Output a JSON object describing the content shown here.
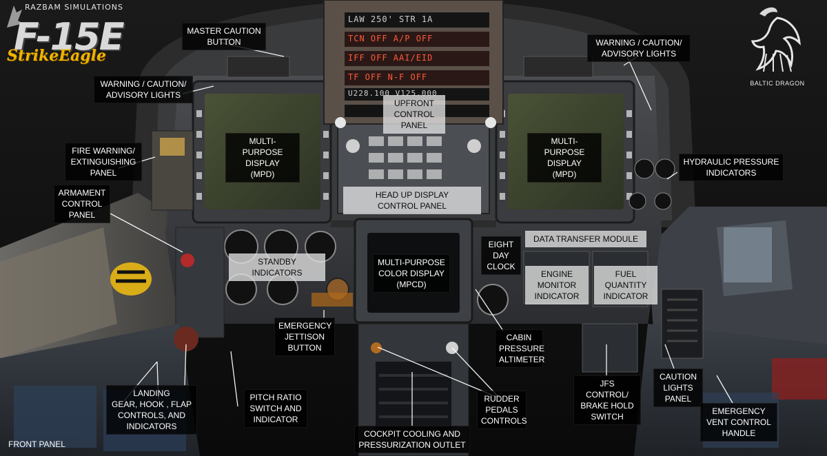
{
  "brand": {
    "studio": "RAZBAM SIMULATIONS",
    "logo_main": "F-15E",
    "logo_sub": "StrikeEagle",
    "partner": "BALTIC DRAGON",
    "logo_color": "#f0b400"
  },
  "ufc": {
    "lines": [
      "LAW 250'   STR 1A",
      "TCN OFF   A/P OFF",
      "IFF OFF   AAI/EID",
      "TF OFF    N-F OFF",
      "U228.100  V125.000"
    ]
  },
  "labels": {
    "master_caution": "MASTER CAUTION\nBUTTON",
    "wca_left": "WARNING / CAUTION/\nADVISORY LIGHTS",
    "wca_right": "WARNING / CAUTION/\nADVISORY LIGHTS",
    "upfront": "UPFRONT\nCONTROL\nPANEL",
    "mpd_left": "MULTI-PURPOSE\nDISPLAY\n(MPD)",
    "mpd_right": "MULTI-PURPOSE\nDISPLAY\n(MPD)",
    "fire_warning": "FIRE WARNING/\nEXTINGUISHING\nPANEL",
    "hydraulic": "HYDRAULIC PRESSURE\nINDICATORS",
    "armament": "ARMAMENT\nCONTROL\nPANEL",
    "hud_control": "HEAD UP DISPLAY\nCONTROL PANEL",
    "data_transfer": "DATA TRANSFER MODULE",
    "eight_day_clock": "EIGHT\nDAY\nCLOCK",
    "standby": "STANDBY\nINDICATORS",
    "mpcd": "MULTI-PURPOSE\nCOLOR DISPLAY\n(MPCD)",
    "engine_monitor": "ENGINE\nMONITOR\nINDICATOR",
    "fuel_quantity": "FUEL\nQUANTITY\nINDICATOR",
    "emergency_jettison": "EMERGENCY\nJETTISON\nBUTTON",
    "cabin_pressure": "CABIN\nPRESSURE\nALTIMETER",
    "landing_gear": "LANDING\nGEAR, HOOK , FLAP\nCONTROLS, AND\nINDICATORS",
    "pitch_ratio": "PITCH RATIO\nSWITCH AND\nINDICATOR",
    "rudder_pedals": "RUDDER\nPEDALS\nCONTROLS",
    "jfs_control": "JFS CONTROL/\nBRAKE HOLD\nSWITCH",
    "caution_lights": "CAUTION\nLIGHTS\nPANEL",
    "emergency_vent": "EMERGENCY\nVENT CONTROL\nHANDLE",
    "cockpit_cooling": "COCKPIT COOLING AND\nPRESSURIZATION OUTLET",
    "front_panel": "FRONT PANEL"
  },
  "icons": [
    "dragon-logo-icon",
    "eagle-logo-icon"
  ]
}
